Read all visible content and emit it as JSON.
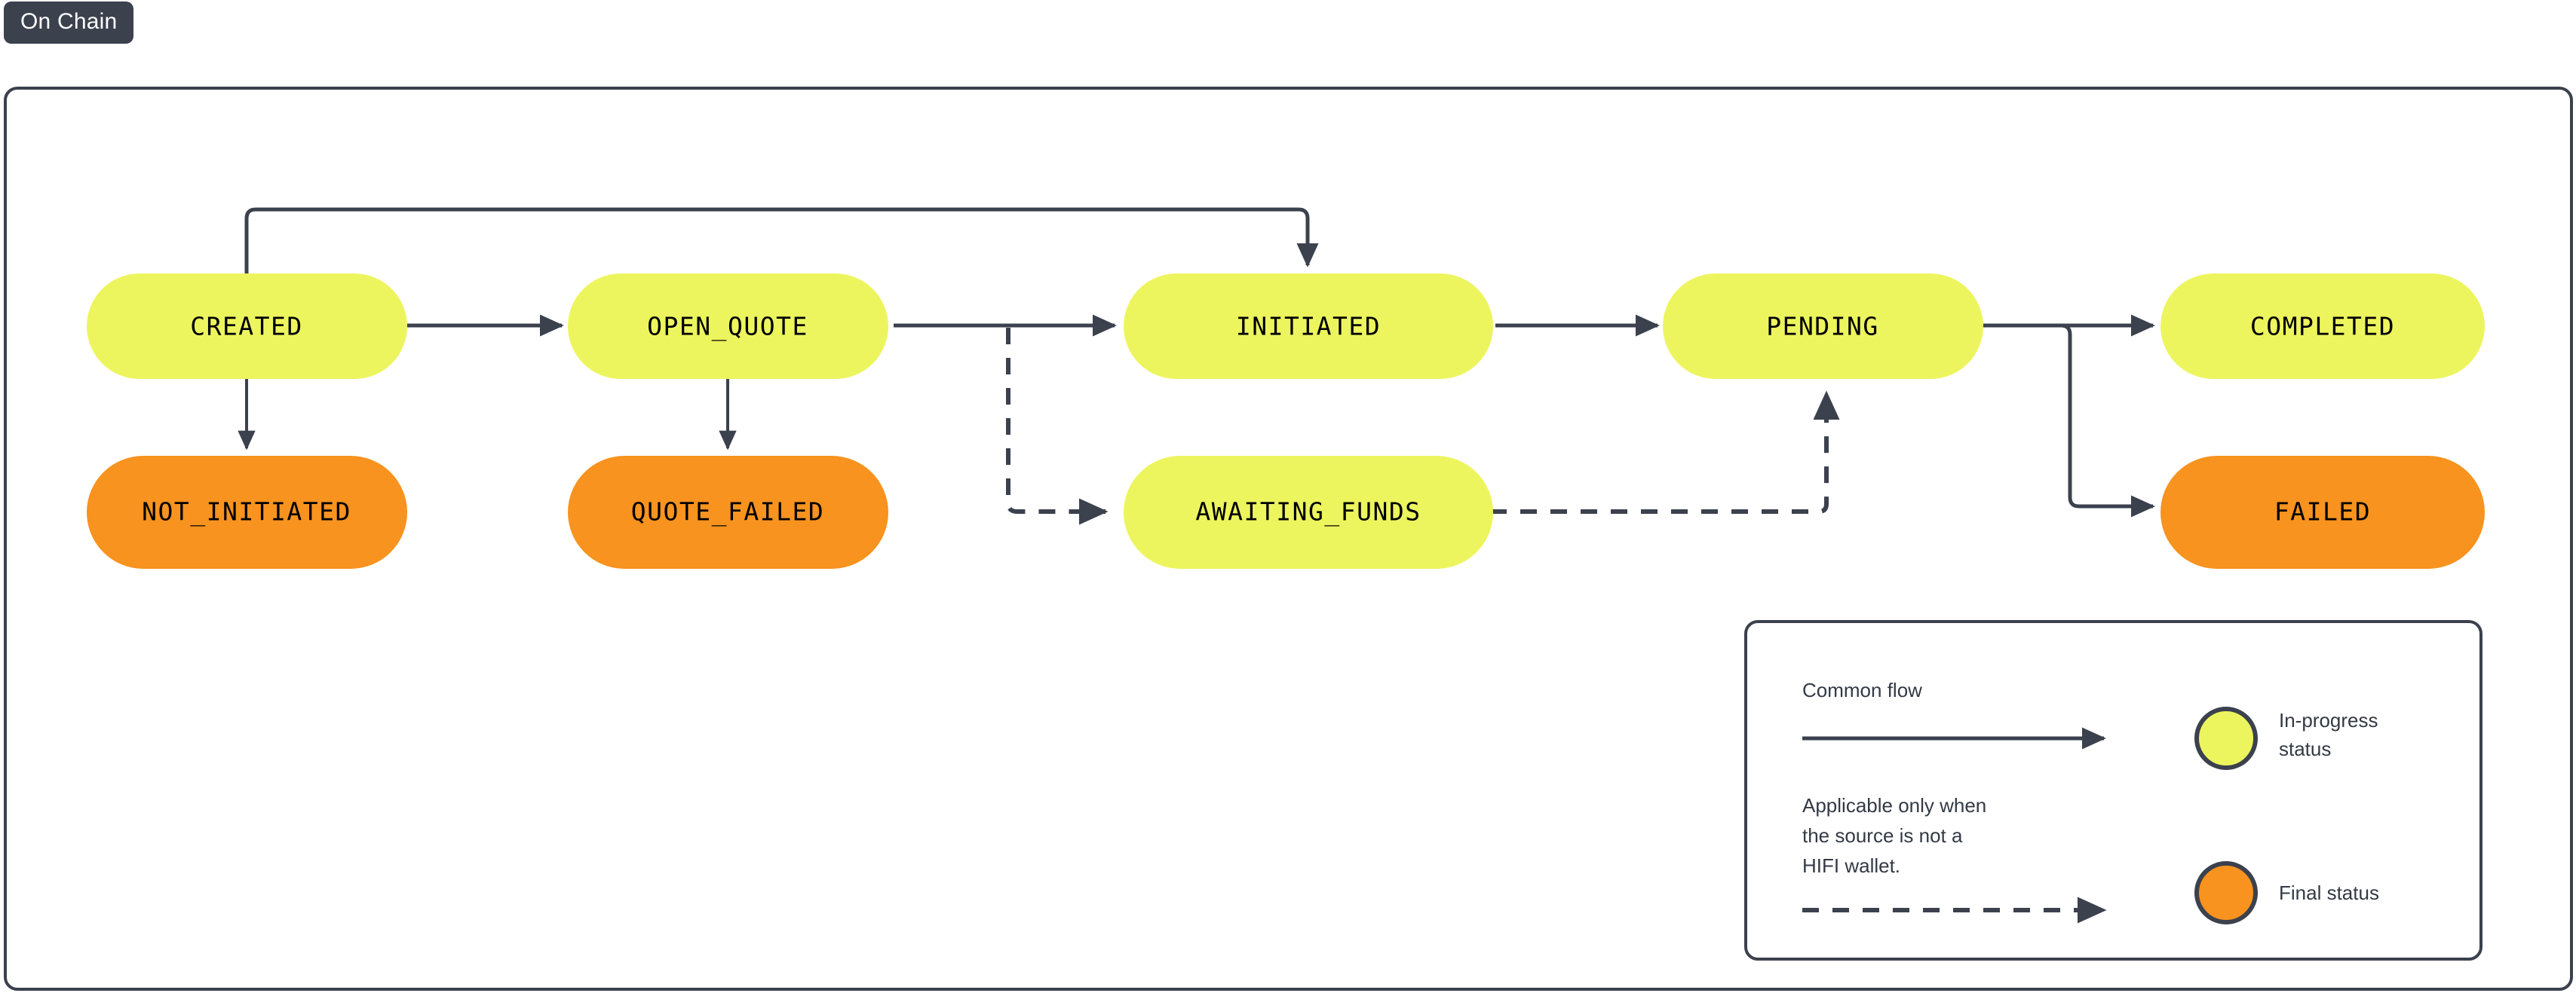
{
  "tab": {
    "label": "On Chain"
  },
  "colors": {
    "in_progress": "#EDF55E",
    "final": "#F7931E",
    "stroke": "#3b414d",
    "tab_bg": "#3b414d",
    "tab_text": "#ffffff",
    "node_text": "#000000",
    "canvas": "#ffffff"
  },
  "diagram": {
    "type": "state-flow",
    "nodes": [
      {
        "id": "created",
        "label": "CREATED",
        "kind": "in-progress"
      },
      {
        "id": "not_initiated",
        "label": "NOT_INITIATED",
        "kind": "final"
      },
      {
        "id": "open_quote",
        "label": "OPEN_QUOTE",
        "kind": "in-progress"
      },
      {
        "id": "quote_failed",
        "label": "QUOTE_FAILED",
        "kind": "final"
      },
      {
        "id": "initiated",
        "label": "INITIATED",
        "kind": "in-progress"
      },
      {
        "id": "awaiting_funds",
        "label": "AWAITING_FUNDS",
        "kind": "in-progress"
      },
      {
        "id": "pending",
        "label": "PENDING",
        "kind": "in-progress"
      },
      {
        "id": "completed",
        "label": "COMPLETED",
        "kind": "in-progress"
      },
      {
        "id": "failed",
        "label": "FAILED",
        "kind": "final"
      }
    ],
    "edges": [
      {
        "from": "created",
        "to": "open_quote",
        "style": "solid"
      },
      {
        "from": "created",
        "to": "not_initiated",
        "style": "solid"
      },
      {
        "from": "created",
        "to": "initiated",
        "style": "solid"
      },
      {
        "from": "open_quote",
        "to": "initiated",
        "style": "solid"
      },
      {
        "from": "open_quote",
        "to": "quote_failed",
        "style": "solid"
      },
      {
        "from": "open_quote",
        "to": "awaiting_funds",
        "style": "dashed"
      },
      {
        "from": "initiated",
        "to": "pending",
        "style": "solid"
      },
      {
        "from": "awaiting_funds",
        "to": "pending",
        "style": "dashed"
      },
      {
        "from": "pending",
        "to": "completed",
        "style": "solid"
      },
      {
        "from": "pending",
        "to": "failed",
        "style": "solid"
      }
    ]
  },
  "legend": {
    "common_flow_label": "Common flow",
    "conditional_flow_label": "Applicable only when the source is not a HIFI wallet.",
    "conditional_flow_lines": [
      "Applicable only when",
      "the source is not a",
      "HIFI wallet."
    ],
    "in_progress_label": "In-progress status",
    "in_progress_lines": [
      "In-progress",
      "status"
    ],
    "final_label": "Final status",
    "final_lines": [
      "Final status"
    ]
  }
}
